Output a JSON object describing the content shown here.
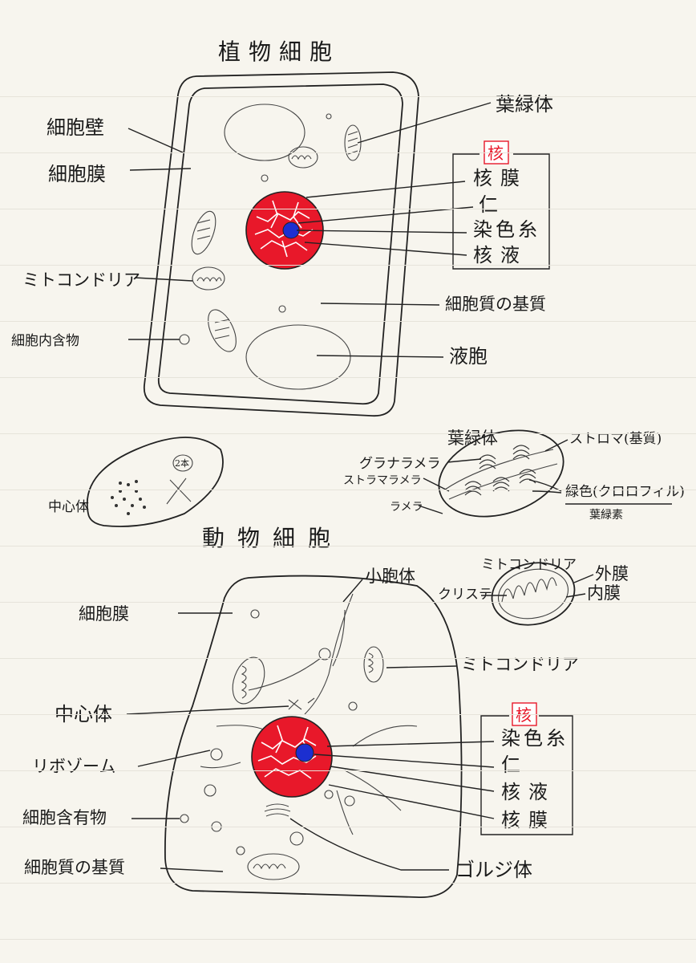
{
  "plant": {
    "title": "植物細胞",
    "labels": {
      "cell_wall": "細胞壁",
      "cell_membrane": "細胞膜",
      "mitochondria": "ミトコンドリア",
      "inclusion": "細胞内含物",
      "chloroplast": "葉緑体",
      "cytoplasm_matrix": "細胞質の基質",
      "vacuole": "液胞",
      "centrosome": "中心体",
      "centrosome_note": "2本"
    },
    "nucleus_box": {
      "heading": "核",
      "items": [
        "核膜",
        "仁",
        "染色糸",
        "核液"
      ]
    },
    "chloroplast_detail": {
      "title": "葉緑体",
      "stroma": "ストロマ(基質)",
      "grana_lamella": "グラナラメラ",
      "stroma_lamella": "ストラマラメラ",
      "lamella": "ラメラ",
      "green_pigment": "緑色(クロロフィル)",
      "note": "葉緑素"
    }
  },
  "animal": {
    "title": "動物細胞",
    "labels": {
      "cell_membrane": "細胞膜",
      "vesicle": "小胞体",
      "mitochondria": "ミトコンドリア",
      "centrosome": "中心体",
      "ribosome": "リボゾーム",
      "inclusion": "細胞含有物",
      "cytoplasm_matrix": "細胞質の基質",
      "golgi": "ゴルジ体"
    },
    "nucleus_box": {
      "heading": "核",
      "items": [
        "染色糸",
        "仁",
        "核液",
        "核膜"
      ]
    },
    "mitochondria_detail": {
      "title": "ミトコンドリア",
      "cristae": "クリステ",
      "outer": "外膜",
      "inner": "内膜"
    }
  },
  "colors": {
    "nucleus": "#e8182a",
    "nucleolus": "#1c2fd0",
    "box_heading": "#e8182a"
  }
}
